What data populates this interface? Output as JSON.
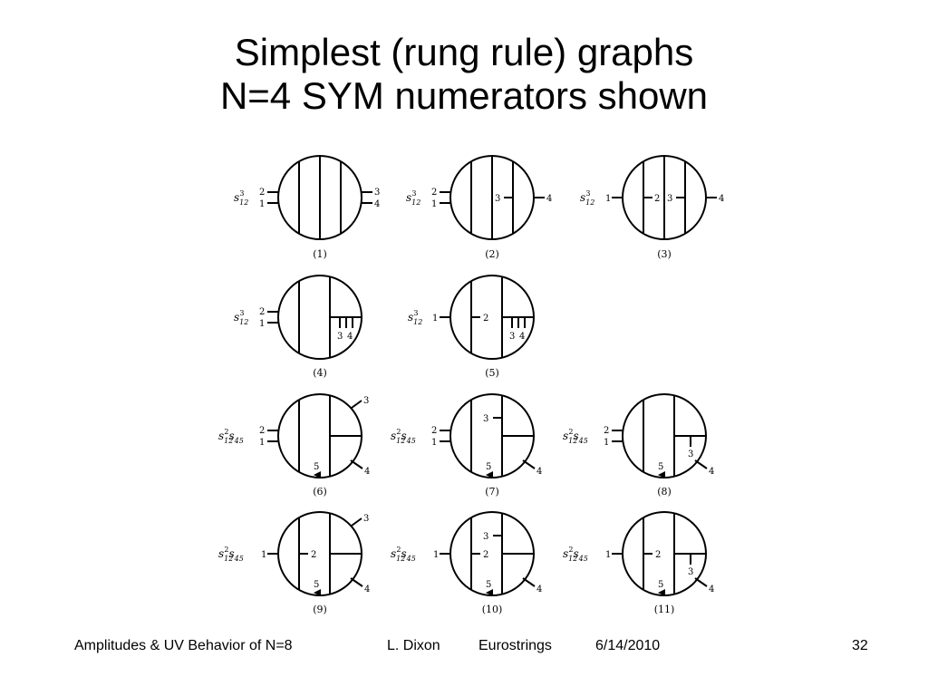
{
  "title": {
    "line1": "Simplest (rung rule) graphs",
    "line2": "N=4 SYM numerators shown"
  },
  "graphs": [
    {
      "caption": "(1)",
      "prefactor": {
        "s_exp": "3",
        "s_sub": "12",
        "extra": ""
      },
      "labels": [
        "2",
        "1",
        "3",
        "4"
      ]
    },
    {
      "caption": "(2)",
      "prefactor": {
        "s_exp": "3",
        "s_sub": "12",
        "extra": ""
      },
      "labels": [
        "2",
        "1",
        "3",
        "4"
      ]
    },
    {
      "caption": "(3)",
      "prefactor": {
        "s_exp": "3",
        "s_sub": "12",
        "extra": ""
      },
      "labels": [
        "1",
        "2",
        "3",
        "4"
      ]
    },
    {
      "caption": "(4)",
      "prefactor": {
        "s_exp": "3",
        "s_sub": "12",
        "extra": ""
      },
      "labels": [
        "2",
        "1",
        "3",
        "4"
      ]
    },
    {
      "caption": "(5)",
      "prefactor": {
        "s_exp": "3",
        "s_sub": "12",
        "extra": ""
      },
      "labels": [
        "1",
        "2",
        "3",
        "4"
      ]
    },
    {
      "caption": "(6)",
      "prefactor": {
        "s_exp": "2",
        "s_sub": "12",
        "extra": "45"
      },
      "labels": [
        "2",
        "1",
        "3",
        "4",
        "5"
      ]
    },
    {
      "caption": "(7)",
      "prefactor": {
        "s_exp": "2",
        "s_sub": "12",
        "extra": "45"
      },
      "labels": [
        "2",
        "1",
        "3",
        "4",
        "5"
      ]
    },
    {
      "caption": "(8)",
      "prefactor": {
        "s_exp": "2",
        "s_sub": "12",
        "extra": "45"
      },
      "labels": [
        "2",
        "1",
        "3",
        "4",
        "5"
      ]
    },
    {
      "caption": "(9)",
      "prefactor": {
        "s_exp": "2",
        "s_sub": "12",
        "extra": "45"
      },
      "labels": [
        "1",
        "2",
        "3",
        "4",
        "5"
      ]
    },
    {
      "caption": "(10)",
      "prefactor": {
        "s_exp": "2",
        "s_sub": "12",
        "extra": "45"
      },
      "labels": [
        "1",
        "2",
        "3",
        "4",
        "5"
      ]
    },
    {
      "caption": "(11)",
      "prefactor": {
        "s_exp": "2",
        "s_sub": "12",
        "extra": "45"
      },
      "labels": [
        "1",
        "2",
        "3",
        "4",
        "5"
      ]
    }
  ],
  "footer": {
    "talk": "Amplitudes & UV Behavior of N=8",
    "author": "L. Dixon",
    "venue": "Eurostrings",
    "date": "6/14/2010",
    "page": "32"
  }
}
